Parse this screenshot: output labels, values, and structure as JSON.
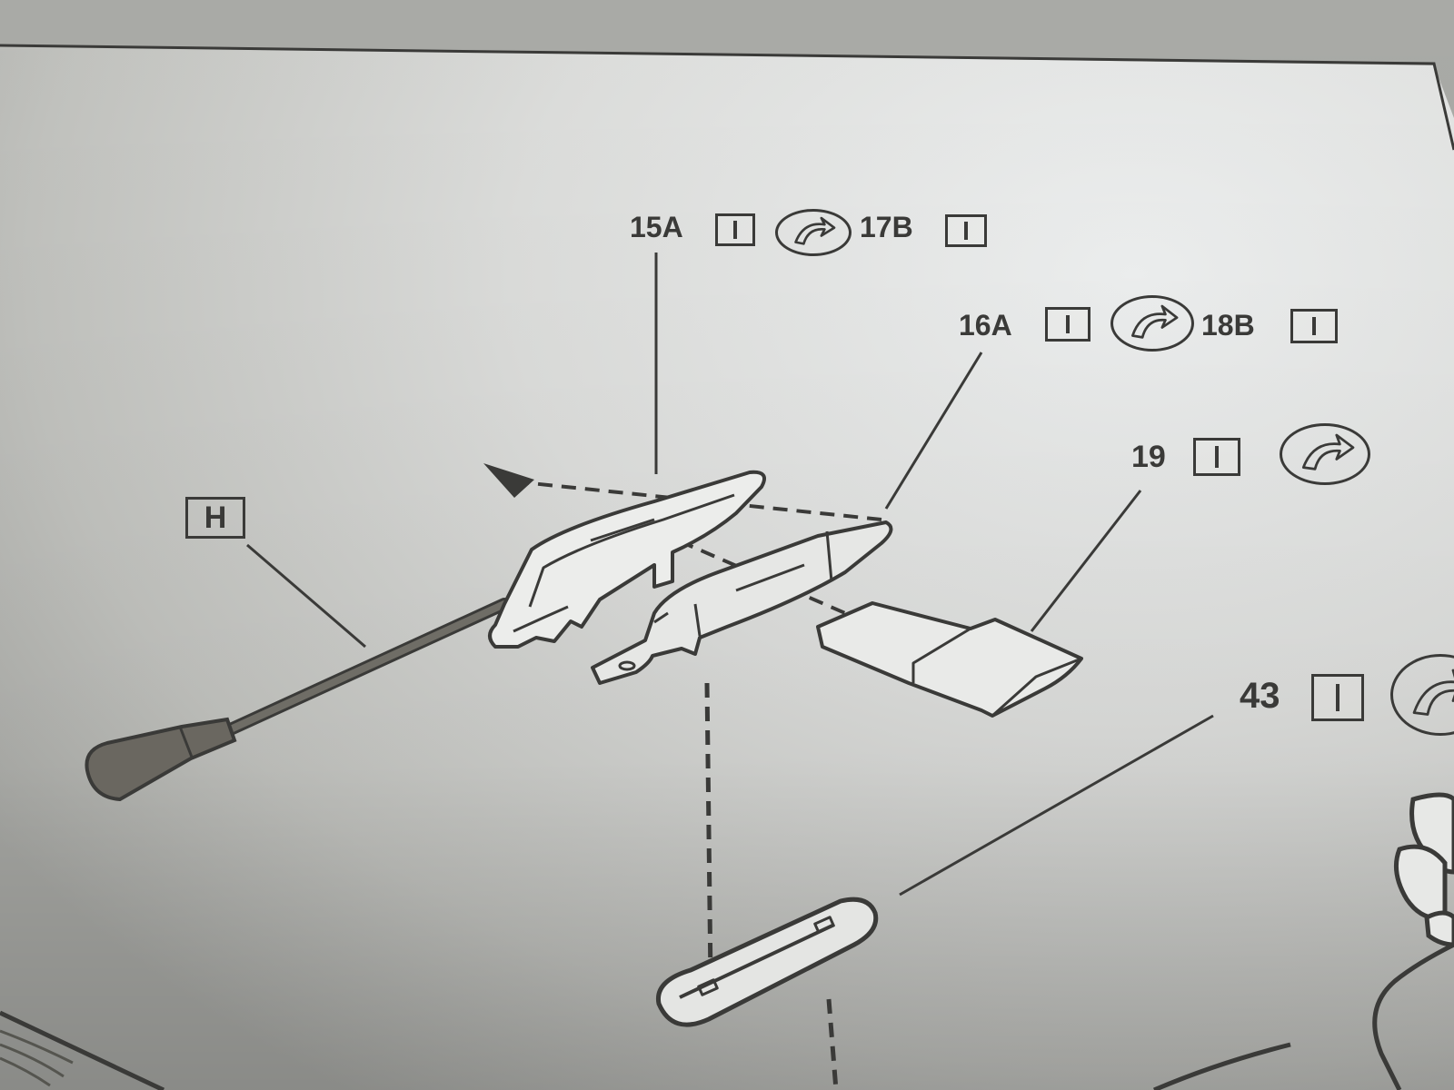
{
  "colors": {
    "ink": "#3a3a38",
    "paper_light": "#eceded",
    "paper_shadow": "#a9aaa6"
  },
  "callouts": {
    "c1": {
      "part": "15A",
      "box": "I",
      "icon": "rotate-arrow-icon",
      "mate": "17B",
      "mate_box": "I"
    },
    "c2": {
      "part": "16A",
      "box": "I",
      "icon": "rotate-arrow-icon",
      "mate": "18B",
      "mate_box": "I"
    },
    "c3": {
      "part": "19",
      "box": "I",
      "icon": "rotate-arrow-icon"
    },
    "c4": {
      "part": "43",
      "box": "I",
      "icon": "rotate-arrow-icon"
    },
    "h": {
      "box": "H"
    }
  }
}
